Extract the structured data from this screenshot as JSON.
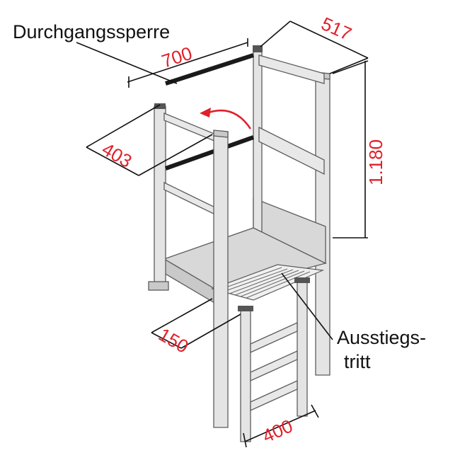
{
  "labels": {
    "barrier": "Durchgangssperre",
    "step_line1": "Ausstiegs-",
    "step_line2": "tritt"
  },
  "dimensions": {
    "width_top": "700",
    "depth_top": "517",
    "height": "1.180",
    "gate_width": "403",
    "step_depth": "150",
    "ladder_width": "400"
  },
  "colors": {
    "dimension_text": "#e0202a",
    "metal": "#e4e4e4",
    "outline": "#5c5c5c"
  }
}
